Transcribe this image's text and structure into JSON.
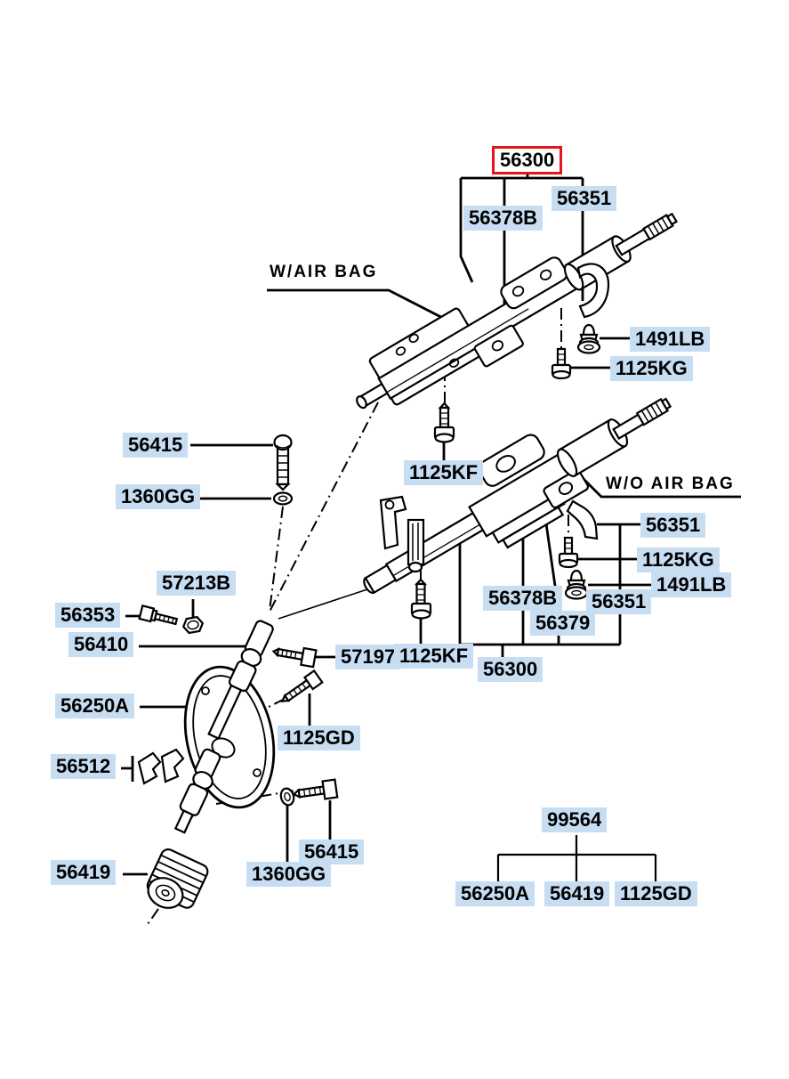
{
  "diagram": {
    "type": "exploded-parts-diagram",
    "subject": "steering column assembly",
    "highlight_color": "#e8131b",
    "label_background": "#c7ddf2"
  },
  "notes": {
    "with_airbag": "W/AIR BAG",
    "without_airbag": "W/O AIR BAG"
  },
  "parts": {
    "p56300": "56300",
    "p56351": "56351",
    "p56378B": "56378B",
    "p1491LB": "1491LB",
    "p1125KG": "1125KG",
    "p56415": "56415",
    "p1360GG": "1360GG",
    "p1125KF": "1125KF",
    "p56379": "56379",
    "p57197": "57197",
    "p57213B": "57213B",
    "p56353": "56353",
    "p56410": "56410",
    "p56250A": "56250A",
    "p1125GD": "1125GD",
    "p56512": "56512",
    "p56419": "56419",
    "p99564": "99564"
  }
}
